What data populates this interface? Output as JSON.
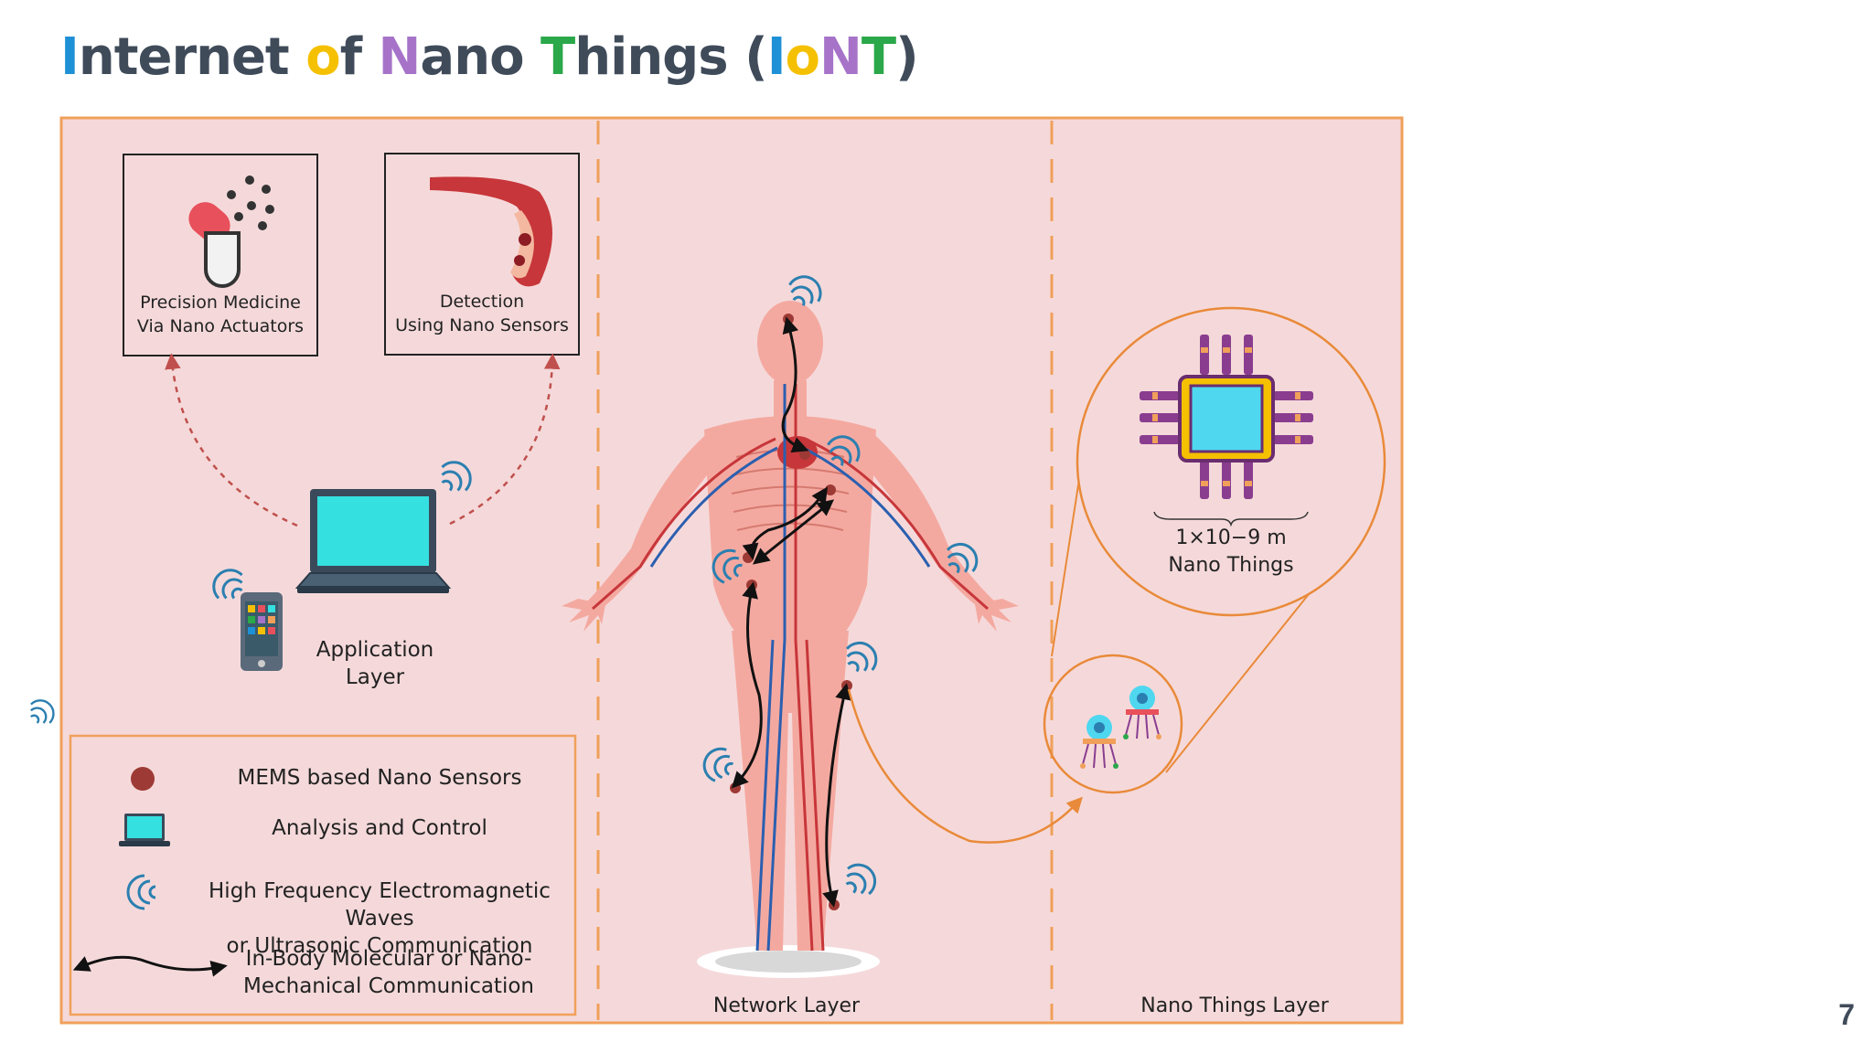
{
  "title": {
    "parts": [
      {
        "text": "I",
        "color": "#1e90d6"
      },
      {
        "text": "nternet ",
        "color": "#404b5a"
      },
      {
        "text": "o",
        "color": "#f5c000"
      },
      {
        "text": "f ",
        "color": "#404b5a"
      },
      {
        "text": "N",
        "color": "#a673c9"
      },
      {
        "text": "ano ",
        "color": "#404b5a"
      },
      {
        "text": "T",
        "color": "#2aa84a"
      },
      {
        "text": "hings (",
        "color": "#404b5a"
      },
      {
        "text": "I",
        "color": "#1e90d6"
      },
      {
        "text": "o",
        "color": "#f5c000"
      },
      {
        "text": "N",
        "color": "#a673c9"
      },
      {
        "text": "T",
        "color": "#2aa84a"
      },
      {
        "text": ")",
        "color": "#404b5a"
      }
    ]
  },
  "app_layer": {
    "box1_line1": "Precision Medicine",
    "box1_line2": "Via Nano Actuators",
    "box2_line1": "Detection",
    "box2_line2": "Using Nano Sensors",
    "label_line1": "Application",
    "label_line2": "Layer"
  },
  "legend": {
    "item1": "MEMS based Nano Sensors",
    "item2": "Analysis and Control",
    "item3_line1": "High Frequency Electromagnetic Waves",
    "item3_line2": "or Ultrasonic Communication",
    "item4_line1": "In-Body Molecular or Nano-",
    "item4_line2": "Mechanical Communication"
  },
  "network_layer": {
    "label": "Network Layer"
  },
  "nano_layer": {
    "scale_line1": "1×10−9 m",
    "scale_line2": "Nano Things",
    "label": "Nano Things Layer"
  },
  "page_number": "7",
  "colors": {
    "panel_bg": "#f5d9da",
    "panel_border": "#f0a05a",
    "divider": "#f0a05a",
    "sensor_dot": "#9e3a35",
    "wave": "#2b7fb0",
    "laptop_screen": "#35e0e0",
    "chip_core": "#4fd7f0",
    "chip_pin": "#8a3d8f"
  }
}
